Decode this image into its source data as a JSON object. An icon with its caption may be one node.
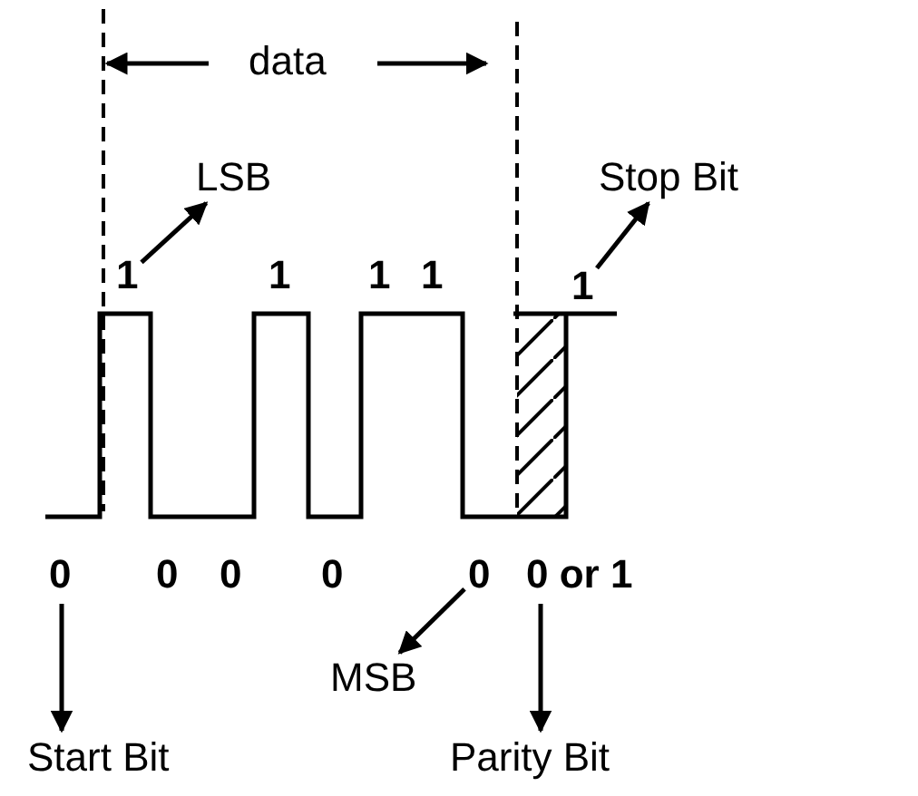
{
  "diagram": {
    "nodes": [
      {
        "text": [
          "LSB"
        ]
      },
      {
        "text": [
          "Stop Bit"
        ]
      },
      {
        "text": [
          "1"
        ]
      },
      {
        "text": [
          "1"
        ]
      },
      {
        "text": [
          "0"
        ]
      },
      {
        "text": [
          "0"
        ]
      },
      {
        "text": [
          "0 or 1"
        ]
      },
      {
        "text": [
          "MSB"
        ]
      },
      {
        "text": [
          "Start Bit"
        ]
      },
      {
        "text": [
          "Parity Bit"
        ]
      }
    ],
    "edges": [
      {
        "from": 2,
        "to": 0,
        "arrow": "to"
      },
      {
        "from": 3,
        "to": 1,
        "arrow": "to"
      },
      {
        "from": 4,
        "to": 8,
        "arrow": "to"
      },
      {
        "from": 5,
        "to": 7,
        "arrow": "to"
      },
      {
        "from": 6,
        "to": 9,
        "arrow": "to"
      }
    ],
    "labels": [
      "data",
      "1",
      "1",
      "1",
      "0",
      "0",
      "0"
    ]
  }
}
